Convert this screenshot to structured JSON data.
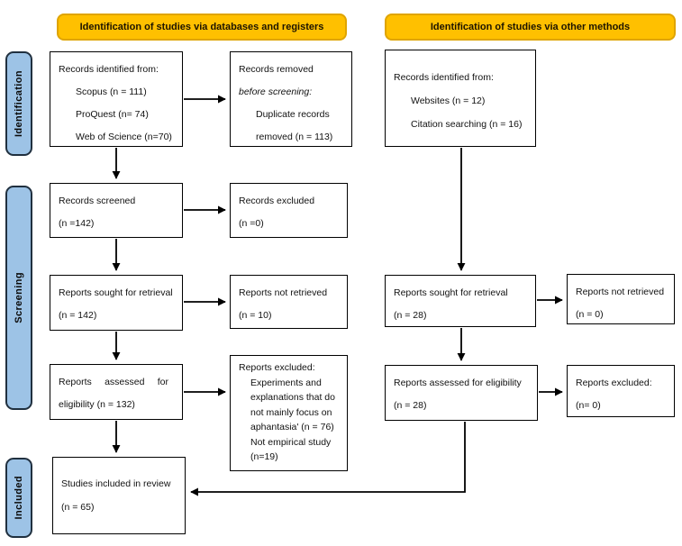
{
  "headers": {
    "left": {
      "label": "Identification of studies via databases and registers"
    },
    "right": {
      "label": "Identification of studies via other methods"
    }
  },
  "stages": [
    {
      "label": "Identification"
    },
    {
      "label": "Screening"
    },
    {
      "label": "Included"
    }
  ],
  "boxes": {
    "db_identified": {
      "lines": [
        "Records identified from:",
        "Scopus (n = 111)",
        "ProQuest (n= 74)",
        "Web of Science (n=70)"
      ]
    },
    "records_removed": {
      "lines": [
        "Records removed",
        "before screening:",
        "Duplicate records",
        "removed (n = 113)"
      ]
    },
    "records_screened": {
      "lines": [
        "Records screened",
        "(n =142)"
      ]
    },
    "records_excluded": {
      "lines": [
        "Records excluded",
        "(n =0)"
      ]
    },
    "reports_sought_db": {
      "lines": [
        "Reports sought for retrieval",
        "(n = 142)"
      ]
    },
    "reports_not_retrieved_db": {
      "lines": [
        "Reports not retrieved",
        "(n = 10)"
      ]
    },
    "reports_assessed_db": {
      "lines": [
        "Reports assessed for",
        "eligibility (n = 132)"
      ]
    },
    "reports_excluded_db": {
      "lines": [
        "Reports excluded:",
        "Experiments and explanations that do not mainly focus on aphantasia' (n = 76)",
        "Not empirical study (n=19)"
      ]
    },
    "studies_included": {
      "lines": [
        "Studies included in review",
        "(n = 65)"
      ]
    },
    "other_identified": {
      "lines": [
        "Records identified from:",
        "Websites (n = 12)",
        "Citation searching (n = 16)"
      ]
    },
    "reports_sought_other": {
      "lines": [
        "Reports sought for retrieval",
        "(n = 28)"
      ]
    },
    "reports_not_retrieved_other": {
      "lines": [
        "Reports not retrieved",
        "(n = 0)"
      ]
    },
    "reports_assessed_other": {
      "lines": [
        "Reports assessed for eligibility",
        "(n = 28)"
      ]
    },
    "reports_excluded_other": {
      "lines": [
        "Reports excluded:",
        "(n= 0)"
      ]
    }
  },
  "colors": {
    "header_fill": "#FFC000",
    "header_border": "#DFA400",
    "stage_fill": "#9DC3E6",
    "stage_border": "#20303F",
    "box_border": "#000000",
    "arrow": "#000000",
    "background": "#FFFFFF"
  }
}
